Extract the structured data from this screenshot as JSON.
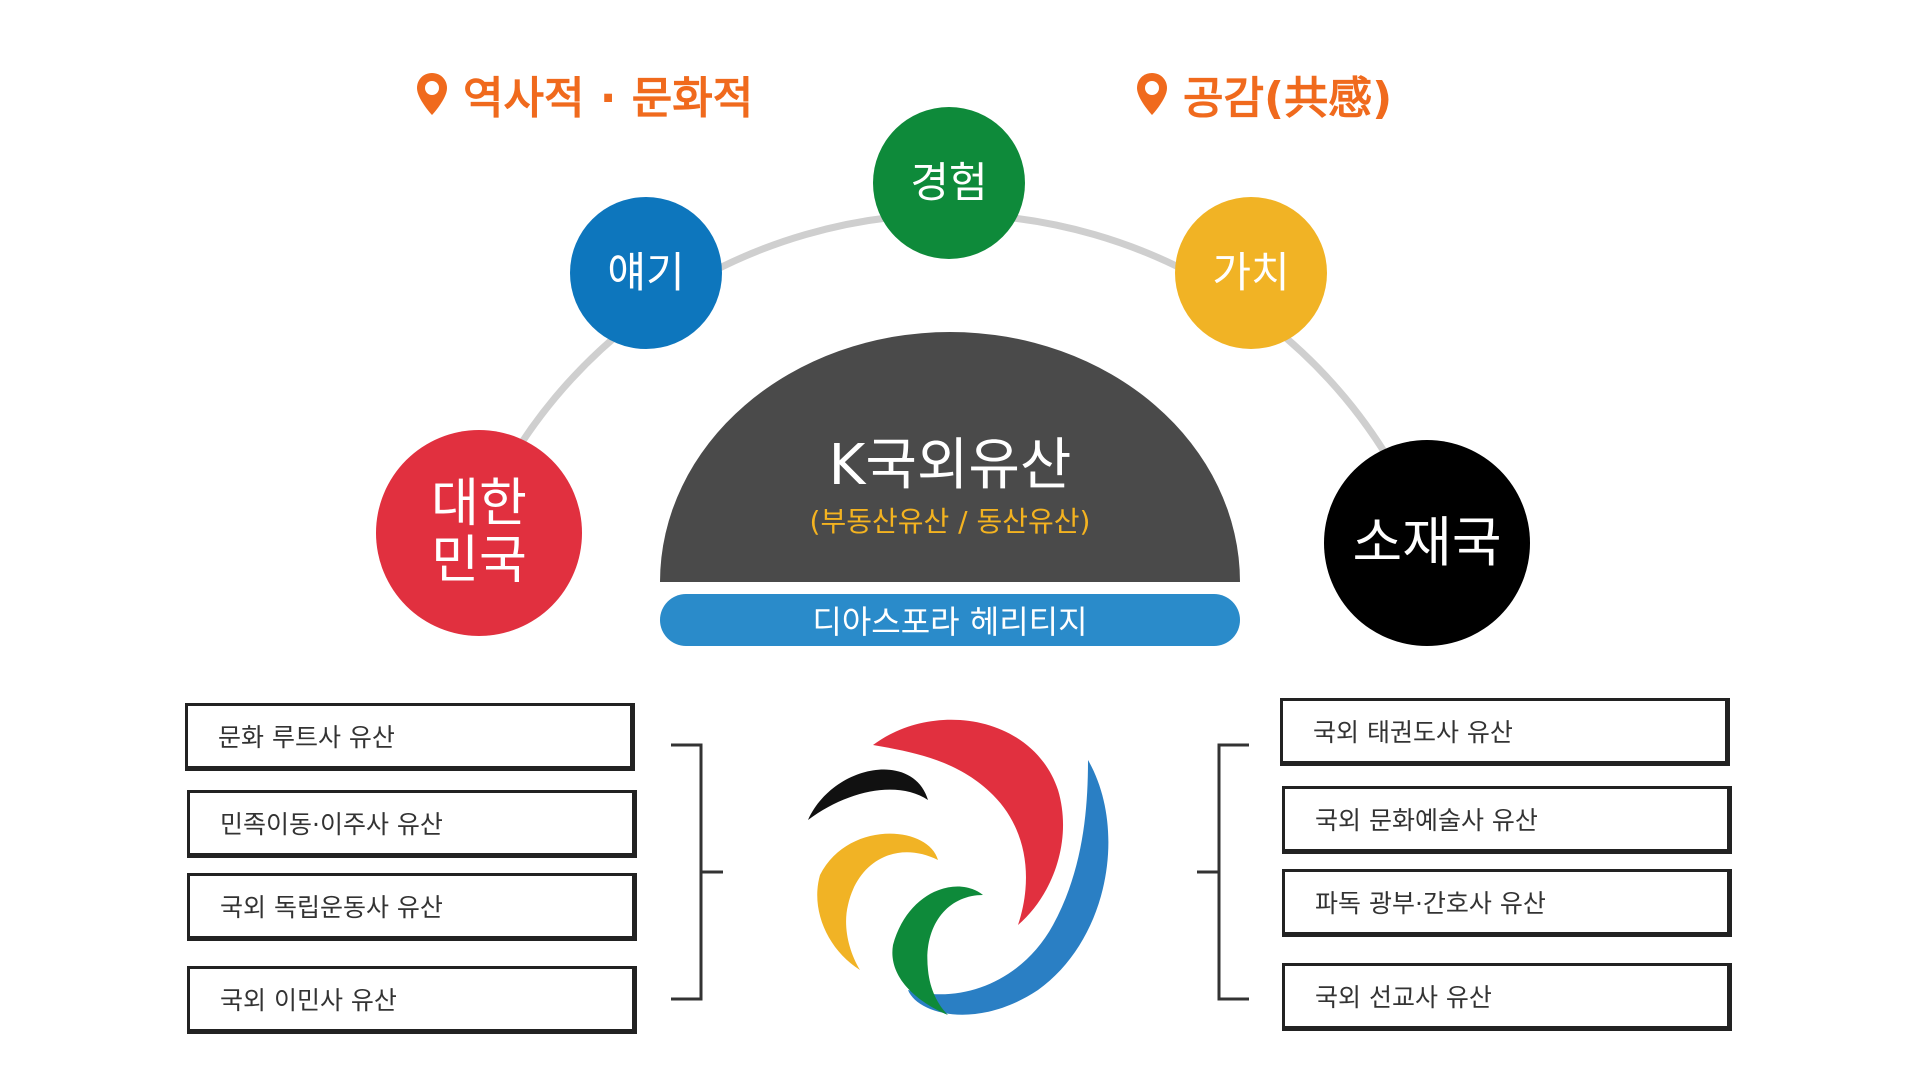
{
  "top_labels": {
    "left": "역사적 · 문화적",
    "right": "공감(共感)"
  },
  "arc_nodes": {
    "korea": {
      "line1": "대한",
      "line2": "민국"
    },
    "story": "얘기",
    "experience": "경험",
    "value": "가치",
    "host_country": "소재국"
  },
  "center": {
    "title": "K국외유산",
    "subtitle": "(부동산유산 / 동산유산)",
    "diaspora": "디아스포라 헤리티지"
  },
  "left_heritage": [
    "문화 루트사 유산",
    "민족이동·이주사 유산",
    "국외 독립운동사 유산",
    "국외 이민사 유산"
  ],
  "right_heritage": [
    "국외 태권도사 유산",
    "국외 문화예술사 유산",
    "파독 광부·간호사 유산",
    "국외 선교사 유산"
  ],
  "colors": {
    "accent_orange": "#f06a1d",
    "korea_red": "#e1303f",
    "story_blue": "#0d76bd",
    "experience_green": "#0e8a3a",
    "value_yellow": "#f1b325",
    "host_black": "#000000",
    "dome_gray": "#4a4a4a",
    "diaspora_blue": "#2a8bca",
    "subtitle_gold": "#f4b320",
    "arc_gray": "#cfcfcf"
  },
  "icons": {
    "pin": "location-pin-icon",
    "logo": "diaspora-heritage-logo"
  }
}
